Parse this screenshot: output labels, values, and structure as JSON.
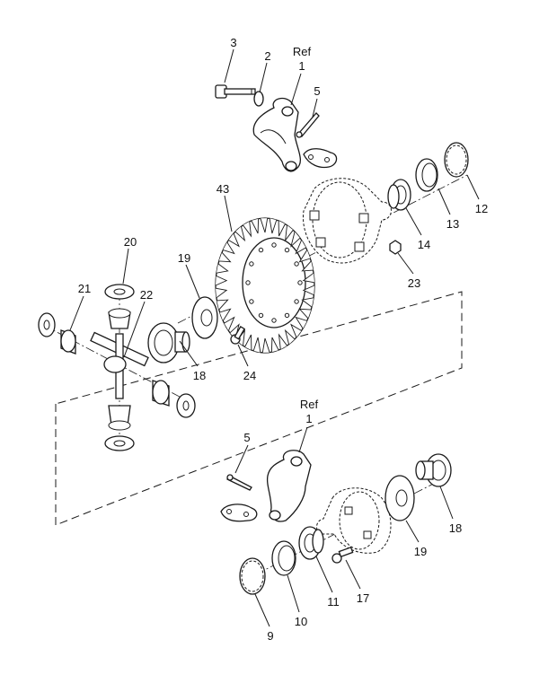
{
  "diagram": {
    "callouts": [
      {
        "id": "c3",
        "text": "3"
      },
      {
        "id": "c2",
        "text": "2"
      },
      {
        "id": "c1ref_top_a",
        "text": "Ref"
      },
      {
        "id": "c1ref_top_b",
        "text": "1"
      },
      {
        "id": "c5_top",
        "text": "5"
      },
      {
        "id": "c43",
        "text": "43"
      },
      {
        "id": "c12",
        "text": "12"
      },
      {
        "id": "c13",
        "text": "13"
      },
      {
        "id": "c14",
        "text": "14"
      },
      {
        "id": "c23",
        "text": "23"
      },
      {
        "id": "c20",
        "text": "20"
      },
      {
        "id": "c19_top",
        "text": "19"
      },
      {
        "id": "c21",
        "text": "21"
      },
      {
        "id": "c22",
        "text": "22"
      },
      {
        "id": "c18_top",
        "text": "18"
      },
      {
        "id": "c24",
        "text": "24"
      },
      {
        "id": "c1ref_bot_a",
        "text": "Ref"
      },
      {
        "id": "c1ref_bot_b",
        "text": "1"
      },
      {
        "id": "c5_bot",
        "text": "5"
      },
      {
        "id": "c18_bot",
        "text": "18"
      },
      {
        "id": "c19_bot",
        "text": "19"
      },
      {
        "id": "c17",
        "text": "17"
      },
      {
        "id": "c11",
        "text": "11"
      },
      {
        "id": "c10",
        "text": "10"
      },
      {
        "id": "c9",
        "text": "9"
      }
    ]
  }
}
